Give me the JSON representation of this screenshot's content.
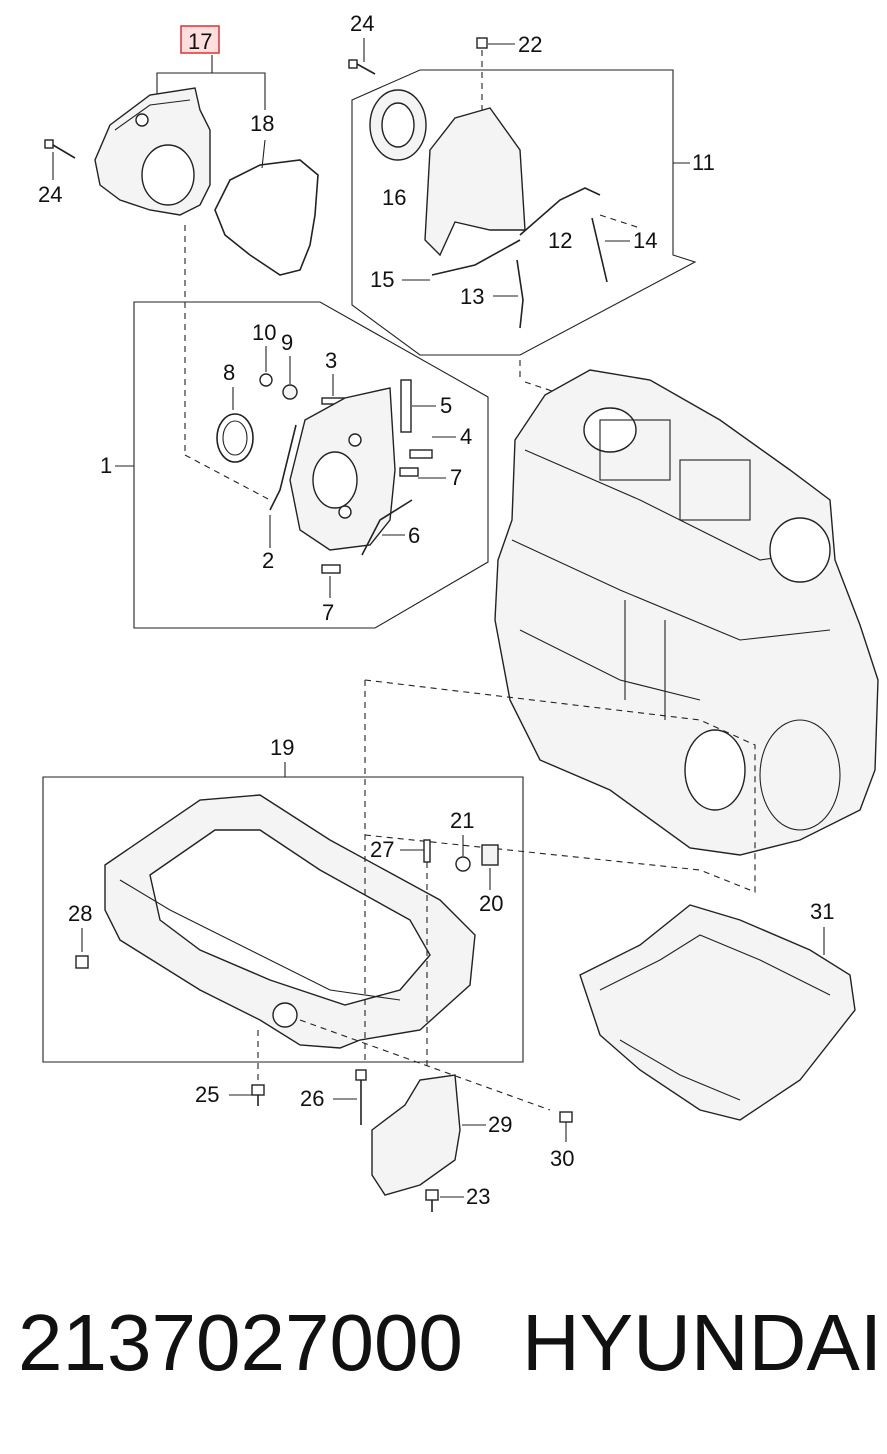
{
  "callouts": {
    "c17": "17",
    "c18": "18",
    "c24a": "24",
    "c24b": "24",
    "c22": "22",
    "c11": "11",
    "c16": "16",
    "c12": "12",
    "c14": "14",
    "c15": "15",
    "c13": "13",
    "c1": "1",
    "c10": "10",
    "c9": "9",
    "c3": "3",
    "c8": "8",
    "c5": "5",
    "c4": "4",
    "c7a": "7",
    "c7b": "7",
    "c2": "2",
    "c6": "6",
    "c19": "19",
    "c27": "27",
    "c21": "21",
    "c20": "20",
    "c28": "28",
    "c31": "31",
    "c25": "25",
    "c26": "26",
    "c29": "29",
    "c30": "30",
    "c23": "23"
  },
  "highlight": {
    "callout": "17",
    "color": "#e03030"
  },
  "footer": {
    "part_number": "2137027000",
    "brand": "HYUNDAI"
  }
}
